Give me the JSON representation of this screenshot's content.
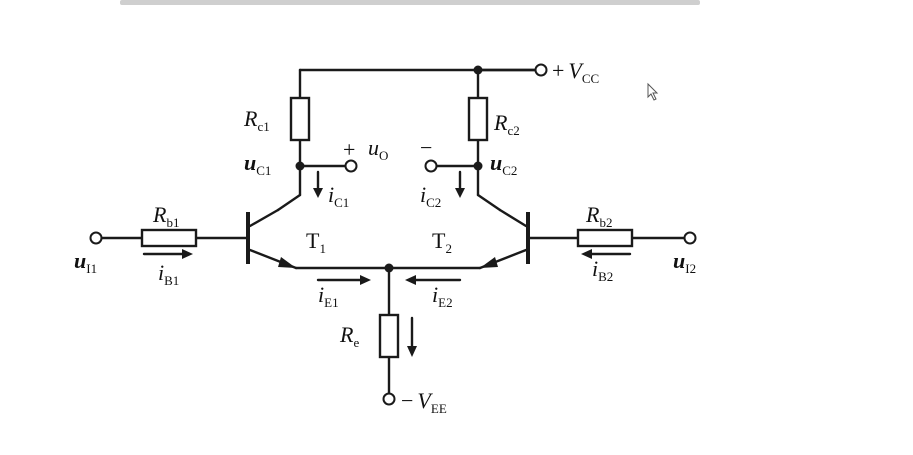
{
  "labels": {
    "vcc": {
      "sign": "+",
      "main": "V",
      "sub": "CC"
    },
    "vee": {
      "sign": "−",
      "main": "V",
      "sub": "EE"
    },
    "rc1": {
      "main": "R",
      "sub": "c1"
    },
    "rc2": {
      "main": "R",
      "sub": "c2"
    },
    "rb1": {
      "main": "R",
      "sub": "b1"
    },
    "rb2": {
      "main": "R",
      "sub": "b2"
    },
    "re": {
      "main": "R",
      "sub": "e"
    },
    "uc1": {
      "main": "u",
      "sub": "C1"
    },
    "uc2": {
      "main": "u",
      "sub": "C2"
    },
    "uo": {
      "main": "u",
      "sub": "O",
      "plus": "+",
      "minus": "−"
    },
    "ui1": {
      "main": "u",
      "sub": "I1"
    },
    "ui2": {
      "main": "u",
      "sub": "I2"
    },
    "ic1": {
      "main": "i",
      "sub": "C1"
    },
    "ic2": {
      "main": "i",
      "sub": "C2"
    },
    "ib1": {
      "main": "i",
      "sub": "B1"
    },
    "ib2": {
      "main": "i",
      "sub": "B2"
    },
    "ie1": {
      "main": "i",
      "sub": "E1"
    },
    "ie2": {
      "main": "i",
      "sub": "E2"
    },
    "t1": {
      "main": "T",
      "sub": "1"
    },
    "t2": {
      "main": "T",
      "sub": "2"
    }
  },
  "icons": {
    "cursor": "mouse-pointer-icon"
  }
}
